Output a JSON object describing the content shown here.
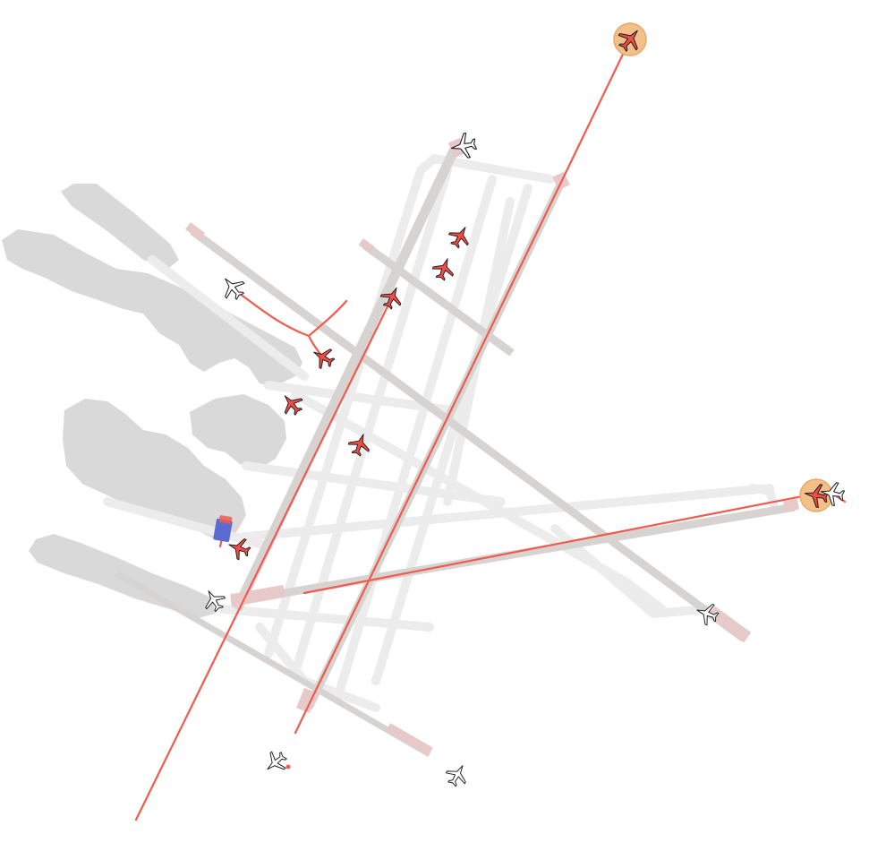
{
  "map": {
    "colors": {
      "background": "#ffffff",
      "building": "#d9d9d9",
      "taxiway": "#ececec",
      "runway": "#d6d3d1",
      "runway_end": "#e7c9c9",
      "route": "#ef5b4f",
      "aircraft_active": "#ef4d45",
      "aircraft_outline": "#222222",
      "aircraft_idle": "#ffffff",
      "highlight": "#f3c08a",
      "ground_vehicle": "#5b6bd1"
    },
    "aircraft": [
      {
        "icon": "plane-icon",
        "state": "approaching",
        "highlighted": true
      },
      {
        "icon": "plane-icon",
        "state": "approaching",
        "highlighted": true
      },
      {
        "icon": "plane-icon",
        "state": "taxiing"
      },
      {
        "icon": "plane-icon",
        "state": "taxiing"
      },
      {
        "icon": "plane-icon",
        "state": "taxiing"
      },
      {
        "icon": "plane-icon",
        "state": "taxiing"
      },
      {
        "icon": "plane-icon",
        "state": "taxiing"
      },
      {
        "icon": "plane-icon",
        "state": "taxiing"
      },
      {
        "icon": "plane-icon",
        "state": "taxiing"
      },
      {
        "icon": "plane-icon",
        "state": "idle"
      },
      {
        "icon": "plane-icon",
        "state": "idle"
      },
      {
        "icon": "plane-icon",
        "state": "idle"
      },
      {
        "icon": "plane-icon",
        "state": "idle"
      },
      {
        "icon": "plane-icon",
        "state": "idle"
      },
      {
        "icon": "plane-icon",
        "state": "idle"
      }
    ],
    "vehicles": [
      {
        "icon": "ground-vehicle-icon"
      }
    ]
  }
}
